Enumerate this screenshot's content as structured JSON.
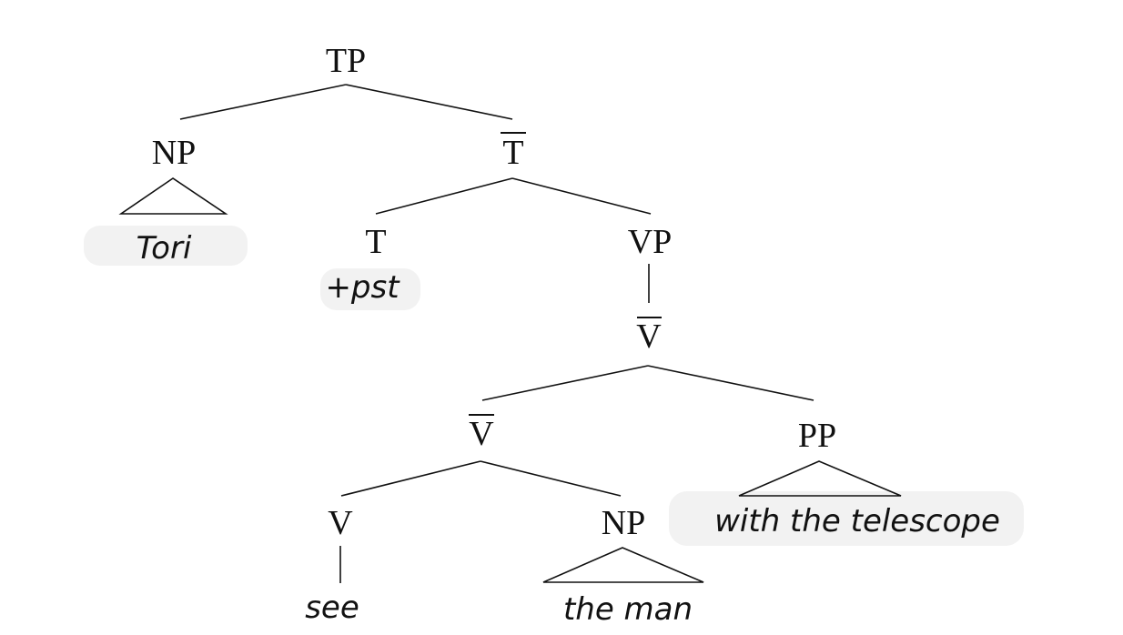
{
  "nodes": {
    "tp": "TP",
    "np_subject": "NP",
    "t_bar": "T",
    "t": "T",
    "vp": "VP",
    "v_bar_upper": "V",
    "v_bar_lower": "V",
    "pp": "PP",
    "v": "V",
    "np_object": "NP"
  },
  "words": {
    "subject": "Tori",
    "tense": "+pst",
    "verb": "see",
    "object": "the man",
    "pp_phrase": "with the telescope"
  }
}
